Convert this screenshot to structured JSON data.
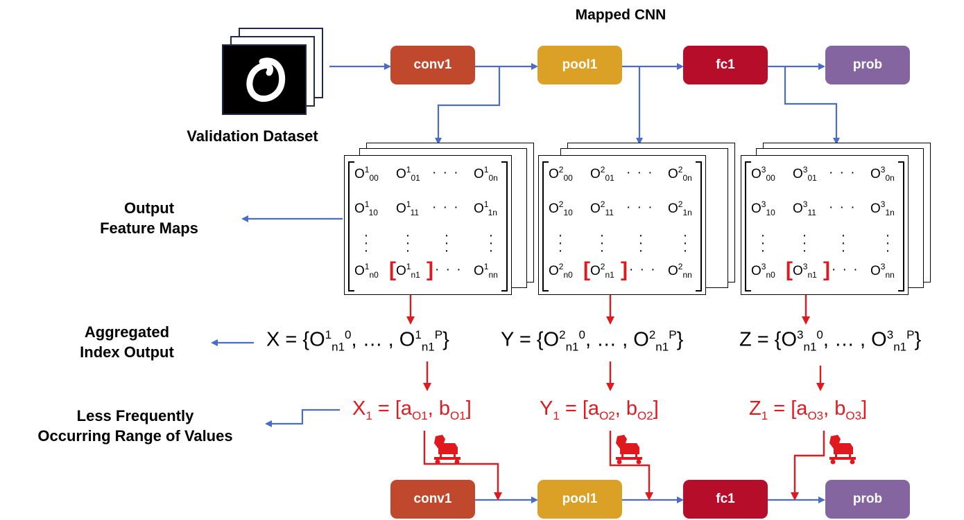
{
  "title": "Mapped CNN",
  "dataset_label": "Validation Dataset",
  "labels": {
    "feature_maps_line1": "Output",
    "feature_maps_line2": "Feature Maps",
    "aggregated_line1": "Aggregated",
    "aggregated_line2": "Index Output",
    "range_line1": "Less Frequently",
    "range_line2": "Occurring Range of Values"
  },
  "top_layers": [
    "conv1",
    "pool1",
    "fc1",
    "prob"
  ],
  "bottom_layers": [
    "conv1",
    "pool1",
    "fc1",
    "prob"
  ],
  "colors": {
    "conv": "#c0492d",
    "pool": "#dba026",
    "fc": "#b50d2a",
    "prob": "#8565a0",
    "wire": "#4a6cc8",
    "trojan": "#e0191e"
  },
  "matrices": [
    {
      "sup": "1",
      "set_var": "X",
      "range_var": "X",
      "range_sub": "1",
      "a": "a",
      "b": "b",
      "ab_sub": "O1"
    },
    {
      "sup": "2",
      "set_var": "Y",
      "range_var": "Y",
      "range_sub": "1",
      "a": "a",
      "b": "b",
      "ab_sub": "O2"
    },
    {
      "sup": "3",
      "set_var": "Z",
      "range_var": "Z",
      "range_sub": "1",
      "a": "a",
      "b": "b",
      "ab_sub": "O3"
    }
  ],
  "matrix_cells": {
    "r0": [
      "00",
      "01",
      "0n"
    ],
    "r1": [
      "10",
      "11",
      "1n"
    ],
    "r2": [
      "n0",
      "n1",
      "nn"
    ],
    "base": "O",
    "hdots": "· · ·",
    "set_mid": "… ,",
    "set_idx": "n1",
    "set_first": "0",
    "set_last": "P"
  },
  "icons": [
    "mnist-zero-image",
    "trojan-horse-icon"
  ]
}
